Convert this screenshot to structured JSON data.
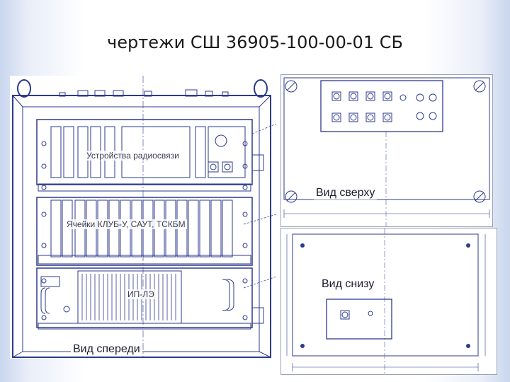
{
  "title": "чертежи СШ 36905-100-00-01 СБ",
  "labels": {
    "radio": "Устройства радиосвязи",
    "cells": "Ячейки КЛУБ-У, САУТ, ТСКБМ",
    "power": "ИП-ЛЭ",
    "front_view": "Вид спереди",
    "top_view": "Вид сверху",
    "bottom_view": "Вид снизу"
  }
}
